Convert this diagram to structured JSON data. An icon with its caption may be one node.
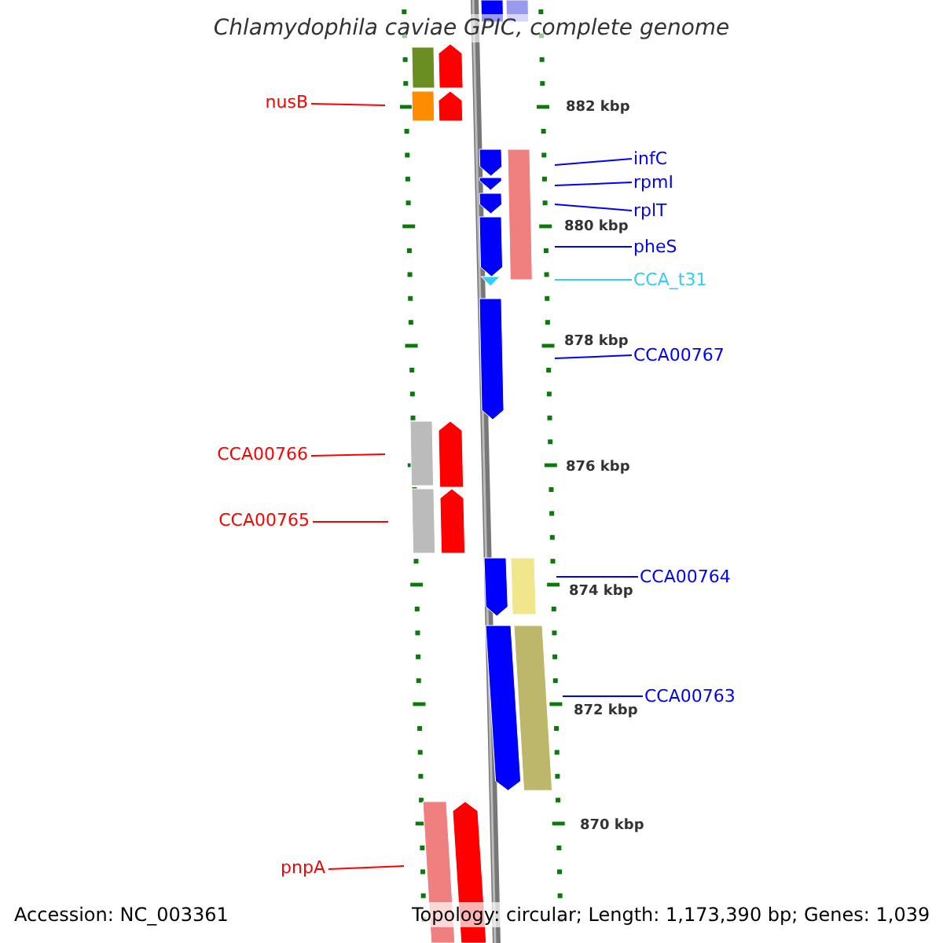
{
  "diagram": {
    "title": "Chlamydophila caviae GPIC, complete genome",
    "nodes": [
      {
        "text": [
          "nusB"
        ]
      },
      {
        "text": [
          "infC"
        ]
      },
      {
        "text": [
          "rpmI"
        ]
      },
      {
        "text": [
          "rplT"
        ]
      },
      {
        "text": [
          "pheS"
        ]
      },
      {
        "text": [
          "CCA_t31"
        ]
      },
      {
        "text": [
          "CCA00767"
        ]
      },
      {
        "text": [
          "CCA00766"
        ]
      },
      {
        "text": [
          "CCA00765"
        ]
      },
      {
        "text": [
          "CCA00764"
        ]
      },
      {
        "text": [
          "CCA00763"
        ]
      },
      {
        "text": [
          "pnpA"
        ]
      }
    ],
    "edges": [
      {
        "from": 0,
        "to": null,
        "arrow": "none",
        "color": "#ff0000"
      },
      {
        "from": 1,
        "to": null,
        "arrow": "none"
      },
      {
        "from": 2,
        "to": null,
        "arrow": "none"
      },
      {
        "from": 3,
        "to": null,
        "arrow": "none"
      },
      {
        "from": 4,
        "to": null,
        "arrow": "none"
      },
      {
        "from": 5,
        "to": null,
        "arrow": "none",
        "color": "#33ccff"
      },
      {
        "from": 6,
        "to": null,
        "arrow": "none"
      },
      {
        "from": 7,
        "to": null,
        "arrow": "none",
        "color": "#ff0000"
      },
      {
        "from": 8,
        "to": null,
        "arrow": "none",
        "color": "#ff0000"
      },
      {
        "from": 9,
        "to": null,
        "arrow": "none"
      },
      {
        "from": 10,
        "to": null,
        "arrow": "none"
      },
      {
        "from": 11,
        "to": null,
        "arrow": "none",
        "color": "#ff0000"
      }
    ],
    "labels": [
      "882 kbp",
      "880 kbp",
      "878 kbp",
      "876 kbp",
      "874 kbp",
      "872 kbp",
      "870 kbp",
      "Accession: NC_003361",
      "Topology: circular; Length: 1,173,390 bp; Genes: 1,039"
    ]
  }
}
